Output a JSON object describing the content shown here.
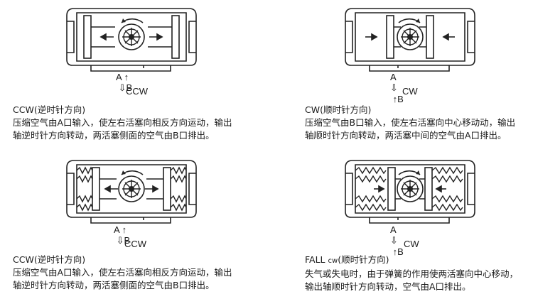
{
  "panels": [
    {
      "id": "top-left",
      "mode": "CCW",
      "port_a": "A",
      "port_b": "B",
      "title": "CCW(逆时针方向)",
      "lines": [
        "压缩空气由A口输入，使左右活塞向相反方向运动，输出",
        "轴逆时针方向转动，两活塞侧面的空气由B口排出。"
      ]
    },
    {
      "id": "top-right",
      "mode": "CW",
      "port_a": "A",
      "port_b": "B",
      "title": "CW(顺时针方向)",
      "lines": [
        "压缩空气由B口输入，使左右活塞向中心移动动，输出",
        "轴顺时针方向转动，两活塞中间的空气由A口排出。"
      ]
    },
    {
      "id": "bottom-left",
      "mode": "CCW",
      "port_a": "A",
      "port_b": "B",
      "title": "CCW(逆时针方向)",
      "lines": [
        "压缩空气由A口输入，使左右活塞向相反方向运动，输出",
        "轴逆时针方向转动，两活塞侧面的空气由B口排出。"
      ]
    },
    {
      "id": "bottom-right",
      "mode": "CW",
      "port_a": "A",
      "port_b": "B",
      "title_prefix": "FALL ",
      "title_small": "cw",
      "title_suffix": "(顺时针方向)",
      "lines": [
        "失气或失电时，由于弹簧的作用使两活塞向中心移动，",
        "输出轴顺时针方向转动，空气由A口排出。"
      ]
    }
  ]
}
